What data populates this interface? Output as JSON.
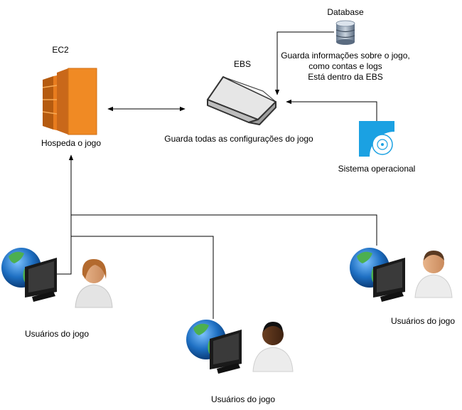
{
  "nodes": {
    "ec2": {
      "title": "EC2",
      "caption": "Hospeda o jogo"
    },
    "ebs": {
      "title": "EBS",
      "caption": "Guarda todas as configurações do jogo"
    },
    "database": {
      "title": "Database",
      "desc_line1": "Guarda informações sobre o jogo,",
      "desc_line2": "como contas e logs",
      "desc_line3": "Está dentro da EBS"
    },
    "os": {
      "caption": "Sistema operacional"
    },
    "users_left": {
      "caption": "Usuários do jogo"
    },
    "users_center": {
      "caption": "Usuários do jogo"
    },
    "users_right": {
      "caption": "Usuários do jogo"
    }
  },
  "colors": {
    "ec2_orange": "#e87c1e",
    "ec2_dark": "#b55b10",
    "os_blue": "#1ba1e2",
    "line": "#000000"
  }
}
